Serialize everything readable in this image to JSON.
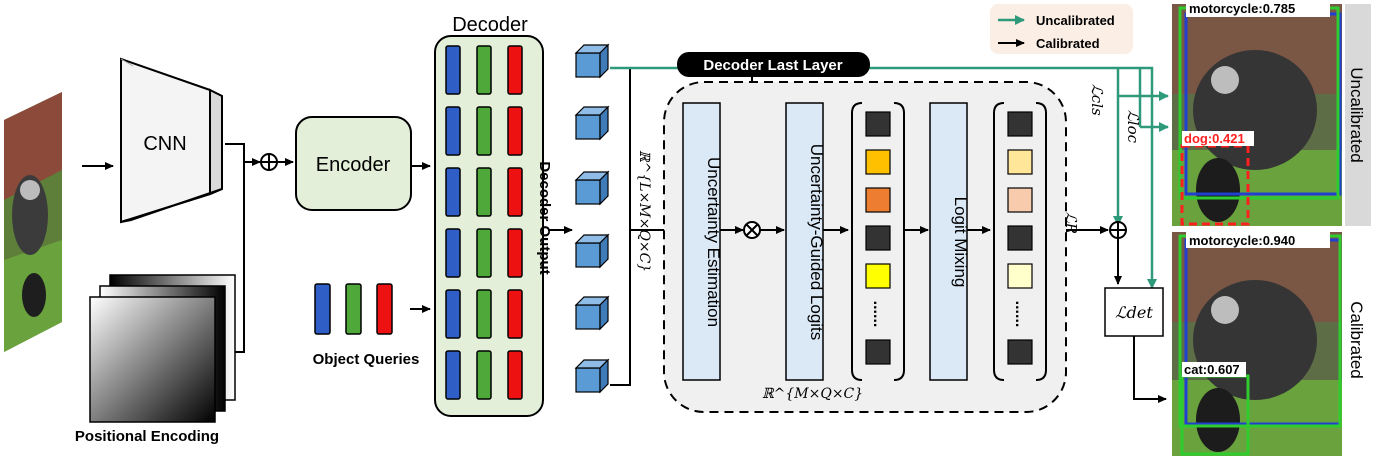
{
  "decoder_title": "Decoder",
  "cnn_label": "CNN",
  "encoder_label": "Encoder",
  "decoder_output_label": "Decoder Output",
  "object_queries_label": "Object Queries",
  "positional_encoding_label": "Positional Encoding",
  "decoder_last_layer_label": "Decoder Last Layer",
  "uncertainty_estimation_label": "Uncertainty Estimation",
  "uncertainty_guided_logits_label": "Uncertainty-Guided Logits",
  "logit_mixing_label": "Logit Mixing",
  "dots": "......",
  "shape_lmqc": "ℝ^{L×M×Q×C}",
  "shape_mqc": "ℝ^{M×Q×C}",
  "loss_cls": "ℒcls",
  "loss_loc": "ℒloc",
  "loss_r": "ℒR",
  "loss_det": "ℒdet",
  "legend": {
    "uncalibrated": "Uncalibrated",
    "calibrated": "Calibrated",
    "uncalibrated_color": "#2e9a7a",
    "calibrated_color": "#000000"
  },
  "side_labels": {
    "top": "Uncalibrated",
    "bottom": "Calibrated"
  },
  "detections_uncalibrated": [
    {
      "label": "motorcycle:0.785",
      "color": "#2ecc2e"
    },
    {
      "label": "dog:0.421",
      "color": "#ff2020"
    }
  ],
  "detections_calibrated": [
    {
      "label": "motorcycle:0.940",
      "color": "#2ecc2e"
    },
    {
      "label": "cat:0.607",
      "color": "#2ecc2e"
    }
  ],
  "colors": {
    "query_blue": "#2f5fc6",
    "query_green": "#4fa83a",
    "query_red": "#ee1111",
    "decoder_fill": "#e3efd9",
    "encoder_fill": "#e3efd9",
    "module_fill": "#dbe8f6",
    "cube": "#5b9bd5",
    "panel_fill": "#f0f0f0"
  },
  "logit_colors_a": [
    "#333333",
    "#ffc000",
    "#ed7d31",
    "#333333",
    "#ffff00",
    "dots",
    "#333333"
  ],
  "logit_colors_b": [
    "#333333",
    "#ffe699",
    "#f8cbad",
    "#333333",
    "#ffffcc",
    "dots",
    "#333333"
  ]
}
